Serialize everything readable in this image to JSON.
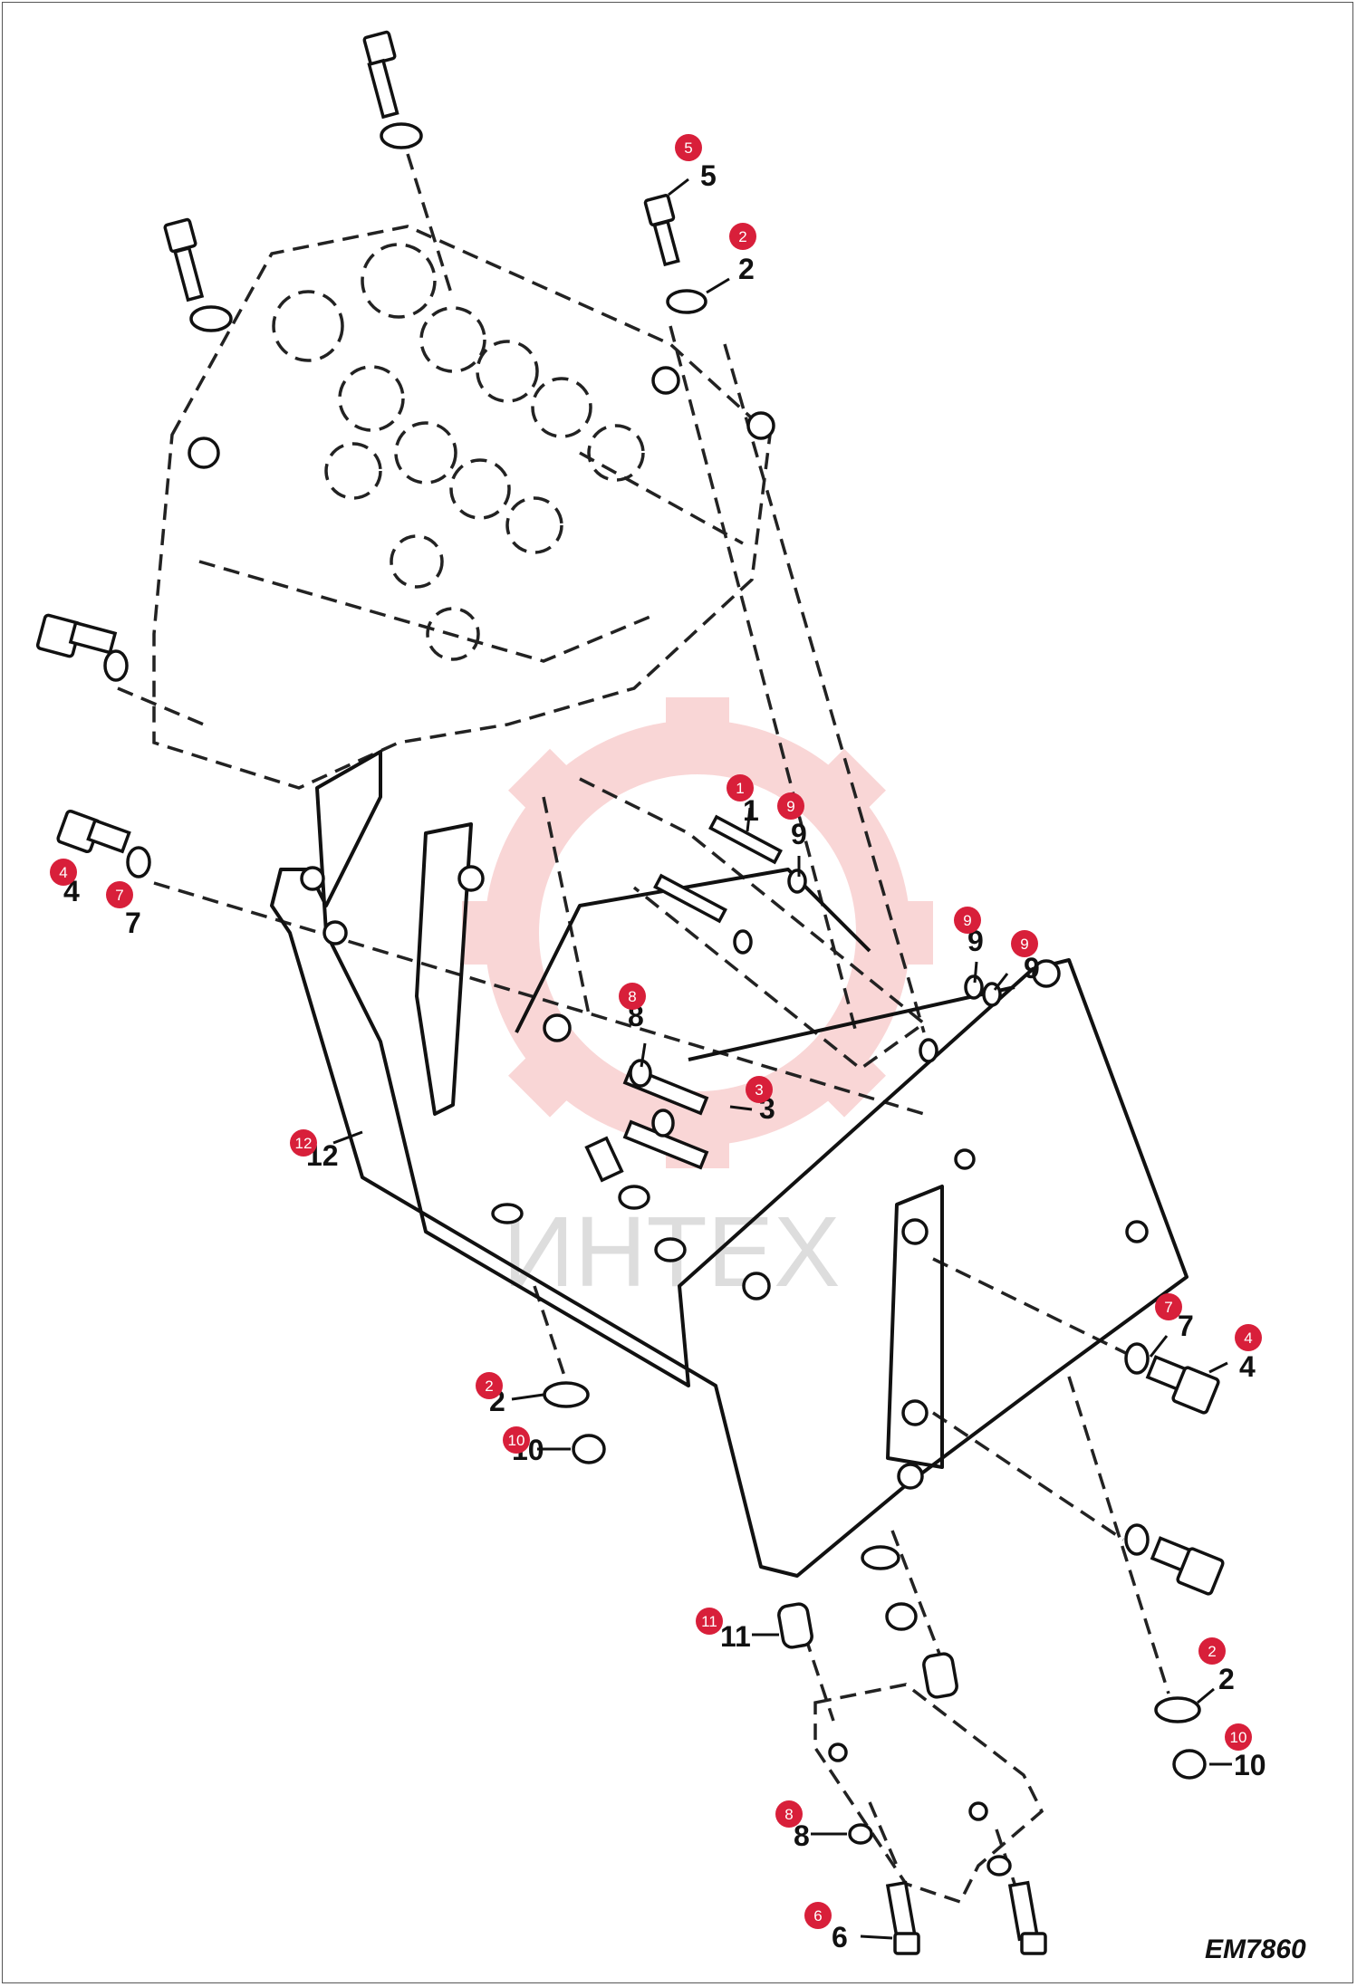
{
  "diagram_code": "EM7860",
  "watermark": "ИНТЕХ",
  "colors": {
    "badge": "#d81f3a",
    "line": "#111111",
    "watermark_gear": "#f4b6b6"
  },
  "callouts": [
    {
      "badge": "5",
      "label": "5"
    },
    {
      "badge": "2",
      "label": "2"
    },
    {
      "badge": "1",
      "label": "1"
    },
    {
      "badge": "9",
      "label": "9"
    },
    {
      "badge": "9",
      "label": "9"
    },
    {
      "badge": "9",
      "label": "9"
    },
    {
      "badge": "4",
      "label": "4"
    },
    {
      "badge": "7",
      "label": "7"
    },
    {
      "badge": "8",
      "label": "8"
    },
    {
      "badge": "3",
      "label": "3"
    },
    {
      "badge": "12",
      "label": "12"
    },
    {
      "badge": "7",
      "label": "7"
    },
    {
      "badge": "4",
      "label": "4"
    },
    {
      "badge": "2",
      "label": "2"
    },
    {
      "badge": "10",
      "label": "10"
    },
    {
      "badge": "11",
      "label": "11"
    },
    {
      "badge": "2",
      "label": "2"
    },
    {
      "badge": "10",
      "label": "10"
    },
    {
      "badge": "8",
      "label": "8"
    },
    {
      "badge": "6",
      "label": "6"
    }
  ]
}
